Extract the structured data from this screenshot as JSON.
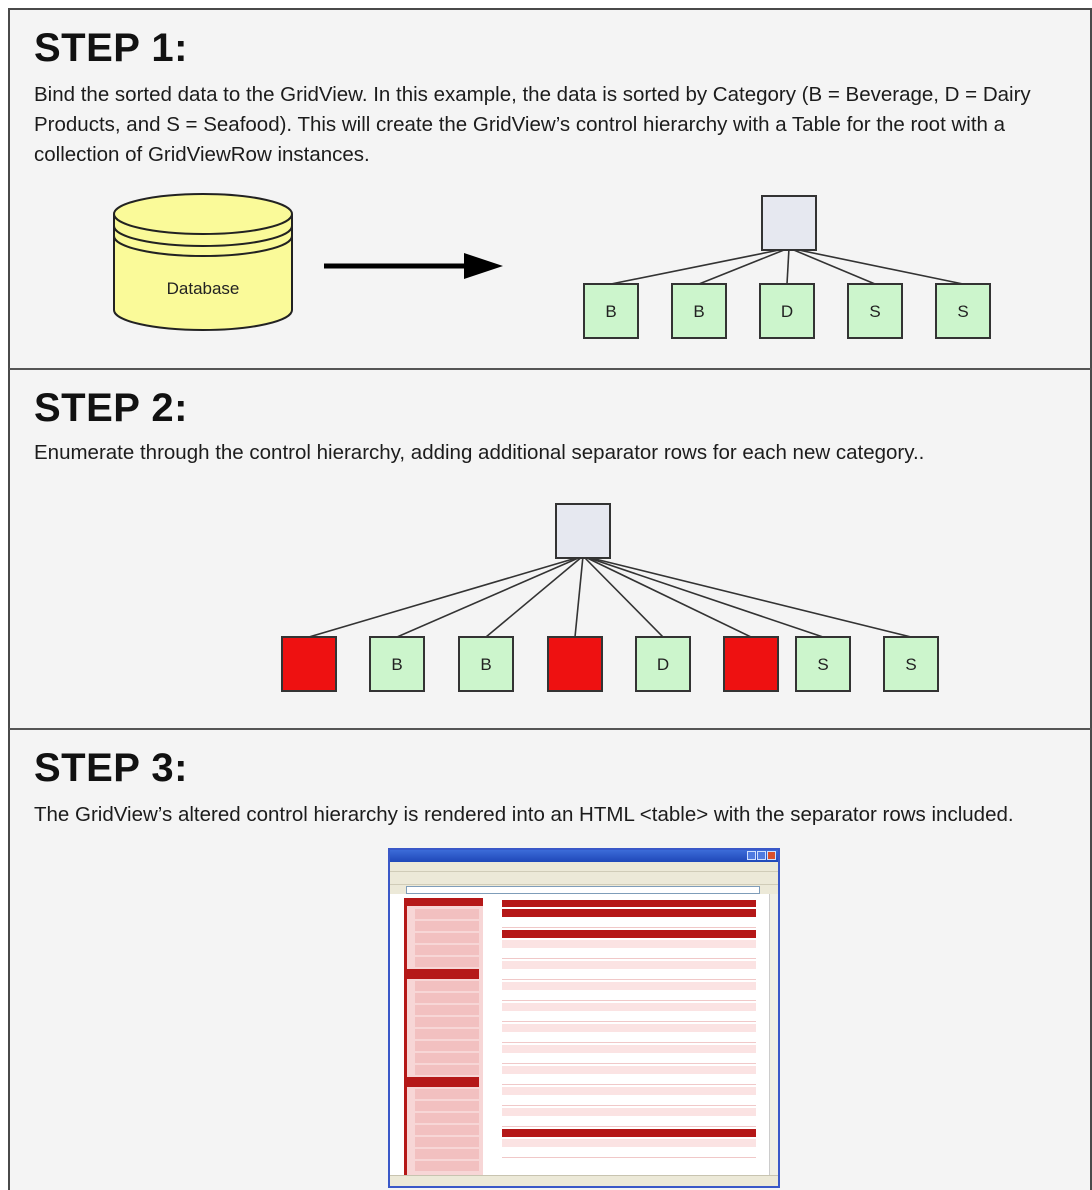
{
  "steps": [
    {
      "title": "STEP 1:",
      "text": "Bind the sorted data to the GridView. In this example, the data is sorted by Category (B = Beverage, D = Dairy Products, and S = Seafood). This will create the GridView’s control hierarchy with a Table for the root with a collection of GridViewRow instances.",
      "database_label": "Database",
      "row_labels": [
        "B",
        "B",
        "D",
        "S",
        "S"
      ]
    },
    {
      "title": "STEP 2:",
      "text": "Enumerate through the control hierarchy, adding additional separator rows for each new category..",
      "rows": [
        {
          "label": "",
          "kind": "separator"
        },
        {
          "label": "B",
          "kind": "row"
        },
        {
          "label": "B",
          "kind": "row"
        },
        {
          "label": "",
          "kind": "separator"
        },
        {
          "label": "D",
          "kind": "row"
        },
        {
          "label": "",
          "kind": "separator"
        },
        {
          "label": "S",
          "kind": "row"
        },
        {
          "label": "S",
          "kind": "row"
        }
      ]
    },
    {
      "title": "STEP 3:",
      "text": "The GridView’s altered control hierarchy is rendered into an HTML <table> with the separator rows included."
    }
  ],
  "colors": {
    "root_fill": "#e6e8f0",
    "row_fill": "#ccf5cc",
    "separator_fill": "#ee1111",
    "database_fill": "#fafa99",
    "arrow": "#000000"
  }
}
